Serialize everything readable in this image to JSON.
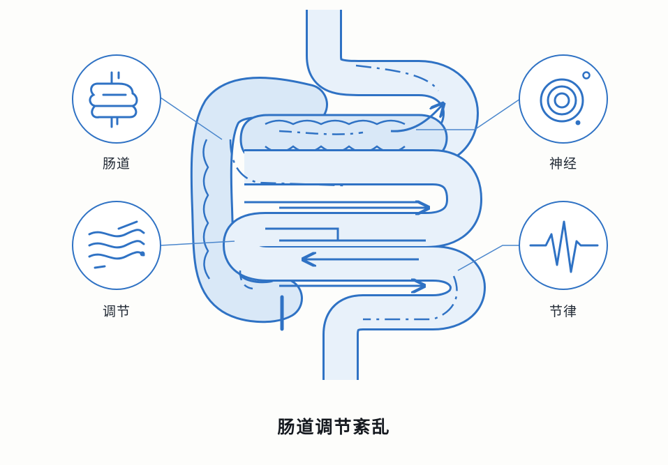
{
  "title": "肠道调节紊乱",
  "labels": {
    "intestine": "肠道",
    "regulation": "调节",
    "nerve": "神经",
    "rhythm": "节律"
  },
  "icons": {
    "intestine": "intestine-icon",
    "regulation": "flow-waves-icon",
    "nerve": "concentric-rings-icon",
    "rhythm": "waveform-icon"
  },
  "colors": {
    "stroke": "#2f72c4",
    "fill": "#d9e8f7",
    "fill_light": "#e8f1fa",
    "line": "#4a86cc",
    "text": "#222a35",
    "title": "#15191f"
  }
}
